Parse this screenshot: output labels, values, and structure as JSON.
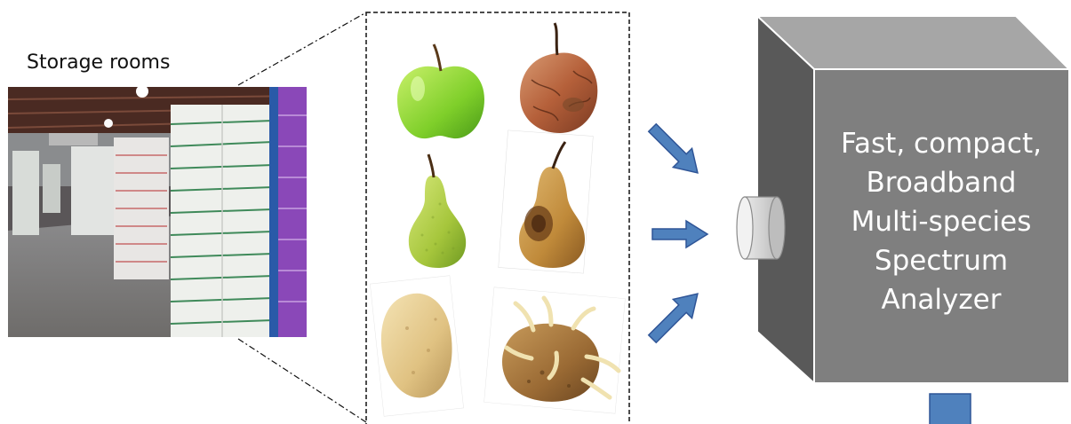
{
  "storage_label": "Storage rooms",
  "analyzer": {
    "lines": [
      "Fast, compact,",
      "Broadband",
      "Multi-species",
      "Spectrum",
      "Analyzer"
    ]
  },
  "colors": {
    "box_front": "#7f7f7f",
    "box_top": "#a6a6a6",
    "box_side": "#595959",
    "arrow_fill": "#4f81bd",
    "arrow_stroke": "#2f5597"
  },
  "samples": [
    {
      "name": "fresh-green-apple"
    },
    {
      "name": "rotten-apple"
    },
    {
      "name": "fresh-pear"
    },
    {
      "name": "rotten-pear"
    },
    {
      "name": "fresh-potato"
    },
    {
      "name": "sprouting-potato"
    }
  ]
}
